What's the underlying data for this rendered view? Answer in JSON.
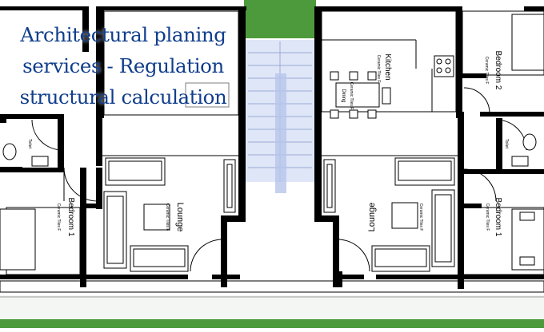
{
  "headline": {
    "line1": "Architectural planing",
    "line2": "services - Regulation",
    "line3": "structural calculation"
  },
  "rooms": {
    "kitchen": "Kitchen",
    "dining": "Dining",
    "bedroom2": "Bedroom 2",
    "bedroom1_left": "Bedroom 1",
    "bedroom1_right": "Bedroom 1",
    "lounge_left": "Lounge",
    "lounge_right": "Lounge",
    "ceramic_left": "Ceramic Tiles F",
    "ceramic_right": "Ceramic Tiles F",
    "ceramic_bed2": "Ceramic Tiles F",
    "ceramic_bed1_left": "Ceramic Tiles F",
    "ceramic_bed1_right": "Ceramic Tiles F",
    "ceramic_kitchen": "Ceramic Tiles F",
    "ceramic_dining": "Ceramic Tiles F",
    "toilet_left": "Toilet",
    "toilet_right": "Toilet"
  },
  "colors": {
    "wall": "#000000",
    "headline": "#0f3d8c",
    "grass": "#4c9a3c",
    "stair_tint": "#c5d2ee"
  }
}
